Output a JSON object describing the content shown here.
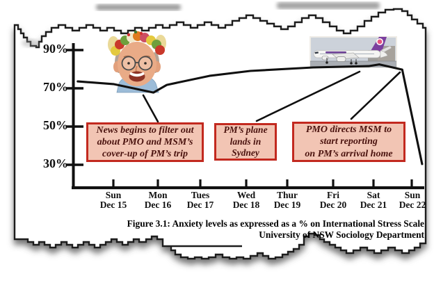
{
  "caption": {
    "line1": "Figure 3.1: Anxiety levels as expressed as a % on International Stress Scale",
    "line2": "University of NSW Sociology Department"
  },
  "axes": {
    "y_ticks": [
      "90%",
      "70%",
      "50%",
      "30%"
    ],
    "days": [
      {
        "day": "Sun",
        "date": "Dec 15"
      },
      {
        "day": "Mon",
        "date": "Dec 16"
      },
      {
        "day": "Tues",
        "date": "Dec 17"
      },
      {
        "day": "Wed",
        "date": "Dec 18"
      },
      {
        "day": "Thur",
        "date": "Dec 19"
      },
      {
        "day": "Fri",
        "date": "Dec 20"
      },
      {
        "day": "Sat",
        "date": "Dec 21"
      },
      {
        "day": "Sun",
        "date": "Dec 22"
      }
    ]
  },
  "boxes": [
    {
      "lines": [
        "News begins to filter out",
        "about PMO and MSM’s",
        "cover-up of PM’s trip"
      ]
    },
    {
      "lines": [
        "PM’s plane",
        "lands in",
        "Sydney"
      ]
    },
    {
      "lines": [
        "PMO directs MSM to",
        "start reporting",
        "on PM’s arrival home"
      ]
    }
  ],
  "colors": {
    "box_background": "#f2c5b4",
    "box_border": "#c2291f",
    "box_text": "#4a120e",
    "line": "#101010",
    "plane_tail_purple": "#7b3f9e"
  },
  "images": [
    {
      "name": "pm-with-flower-lei",
      "description": "PM wearing Hawaiian flower head lei, smiling"
    },
    {
      "name": "hawaiian-airlines-plane",
      "description": "Hawaiian Airlines jet with purple tail on tarmac"
    }
  ],
  "chart_data": {
    "type": "line",
    "title": "Figure 3.1: Anxiety levels as expressed as a % on International Stress Scale",
    "subtitle": "University of NSW Sociology Department",
    "categories": [
      "Sun Dec 15",
      "Mon Dec 16",
      "Tues Dec 17",
      "Wed Dec 18",
      "Thur Dec 19",
      "Fri Dec 20",
      "Sat Dec 21",
      "Sun Dec 22"
    ],
    "series": [
      {
        "name": "Anxiety level (% on International Stress Scale)",
        "values": [
          72,
          68,
          76,
          79,
          80,
          81,
          82,
          30
        ]
      }
    ],
    "ytick_labels": [
      "90%",
      "70%",
      "50%",
      "30%"
    ],
    "ylim": [
      20,
      100
    ],
    "grid": false,
    "legend": "none",
    "line_profile": [
      [
        -0.8,
        73.6
      ],
      [
        0,
        72.2
      ],
      [
        0.9,
        67.8
      ],
      [
        1.21,
        71.8
      ],
      [
        2.2,
        76.5
      ],
      [
        3.1,
        79.1
      ],
      [
        4.56,
        80.9
      ],
      [
        5.88,
        81.6
      ],
      [
        6.15,
        82.5
      ],
      [
        6.75,
        79.8
      ],
      [
        7.27,
        30.4
      ]
    ],
    "annotations": [
      {
        "text": "News begins to filter out about PMO and MSM’s cover-up of PM’s trip",
        "points_to": "dip near Mon Dec 16 at ~68%"
      },
      {
        "text": "PM’s plane lands in Sydney",
        "points_to": "line near Sat Dec 21 at ~82%"
      },
      {
        "text": "PMO directs MSM to start reporting on PM’s arrival home",
        "points_to": "peak before plunge on Sun Dec 22"
      }
    ],
    "notes": "Anxiety rises from ~72% to ~82%, then plunges to ~30% on Sun Dec 22; drawn on torn newspaper scrap"
  }
}
